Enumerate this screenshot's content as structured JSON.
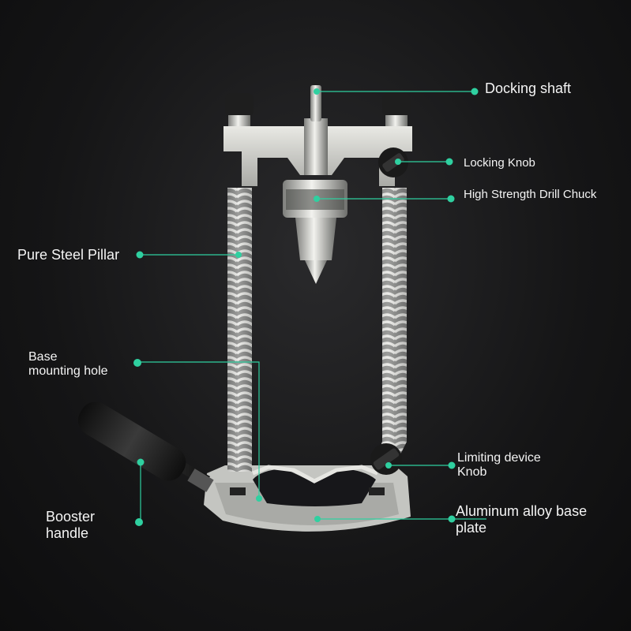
{
  "colors": {
    "background": "#151516",
    "callout_line": "#2fd0a0",
    "callout_dot": "#2fd0a0",
    "metal": "#cfd0cc",
    "rubber": "#1c1c1c",
    "label_text": "#f4f4f4"
  },
  "callouts": {
    "docking_shaft": "Docking shaft",
    "locking_knob": "Locking Knob",
    "drill_chuck": "High Strength Drill Chuck",
    "steel_pillar": "Pure Steel Pillar",
    "mounting_hole_line1": "Base",
    "mounting_hole_line2": "mounting hole",
    "limiting_knob_line1": "Limiting device",
    "limiting_knob_line2": "Knob",
    "base_plate_line1": "Aluminum alloy base",
    "base_plate_line2": "plate",
    "booster_handle_line1": "Booster",
    "booster_handle_line2": "handle"
  }
}
